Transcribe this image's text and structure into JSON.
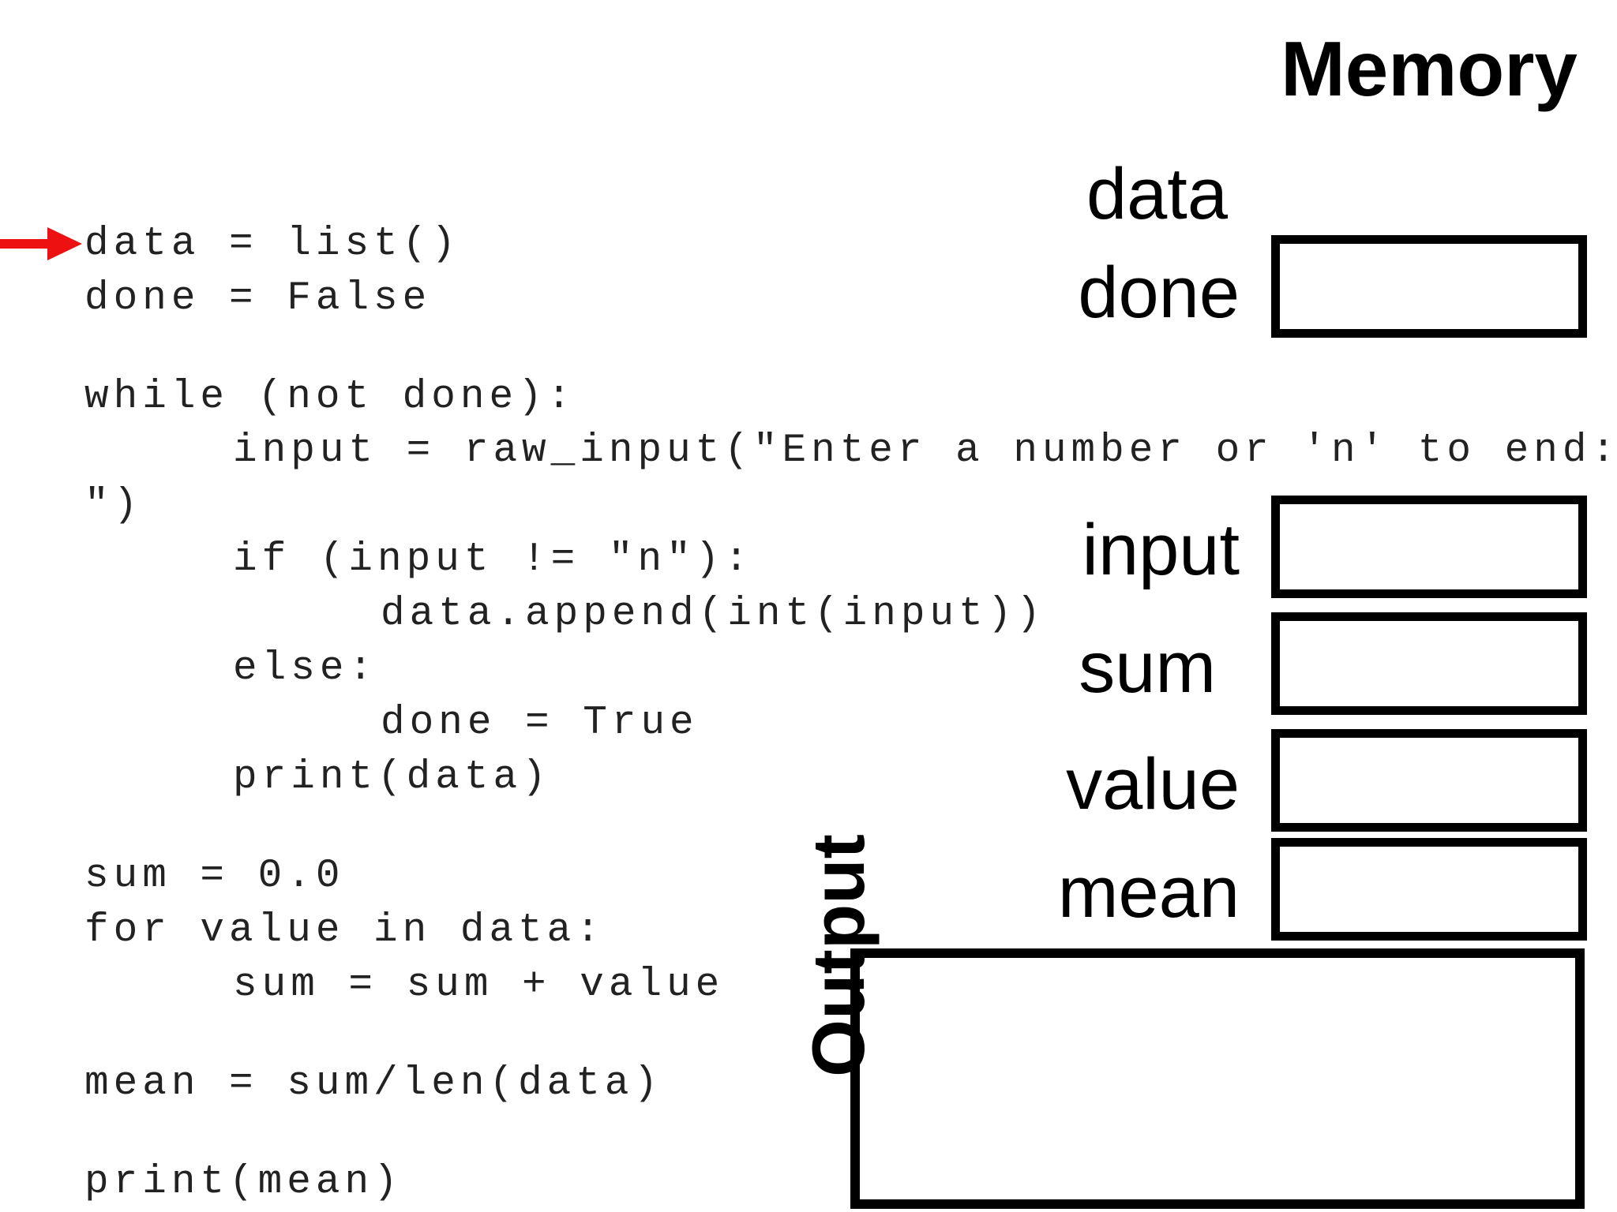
{
  "code": {
    "lines": [
      "data = list()",
      "done = False",
      "while (not done):",
      "input = raw_input(\"Enter a number or 'n' to end:",
      "\")",
      "if (input != \"n\"):",
      "data.append(int(input))",
      "else:",
      "done = True",
      "print(data)",
      "sum = 0.0",
      "for value in data:",
      "sum = sum + value",
      "mean = sum/len(data)",
      "print(mean)"
    ],
    "current_line_arrow_color": "#ee1111"
  },
  "memory": {
    "title": "Memory",
    "labels": [
      "data",
      "done",
      "input",
      "sum",
      "value",
      "mean"
    ]
  },
  "output": {
    "label": "Output"
  }
}
